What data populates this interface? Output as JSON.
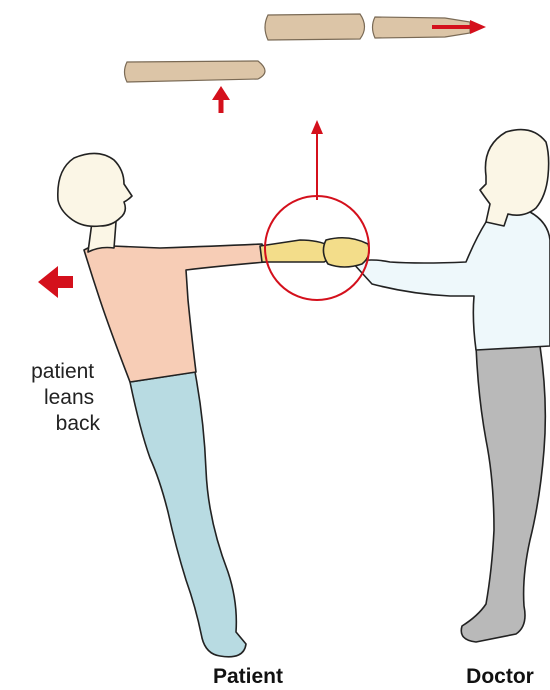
{
  "labels": {
    "lean_note": [
      "patient",
      "leans",
      "back"
    ],
    "patient": "Patient",
    "doctor": "Doctor"
  },
  "colors": {
    "arrow": "#d4101c",
    "circle": "#d4101c",
    "patient_shirt": "#f7cdb6",
    "patient_trousers": "#b8dbe2",
    "doctor_shirt": "#eef8fb",
    "doctor_trousers": "#b9b9b9",
    "skin": "#fbf6e6",
    "hands": "#f3dd8a",
    "bone": "#dcc5a7",
    "outline": "#222222"
  },
  "icons": {
    "upward_arrow": "arrow-up-icon",
    "backward_arrow": "arrow-left-icon",
    "traction_arrow": "arrow-right-icon"
  }
}
